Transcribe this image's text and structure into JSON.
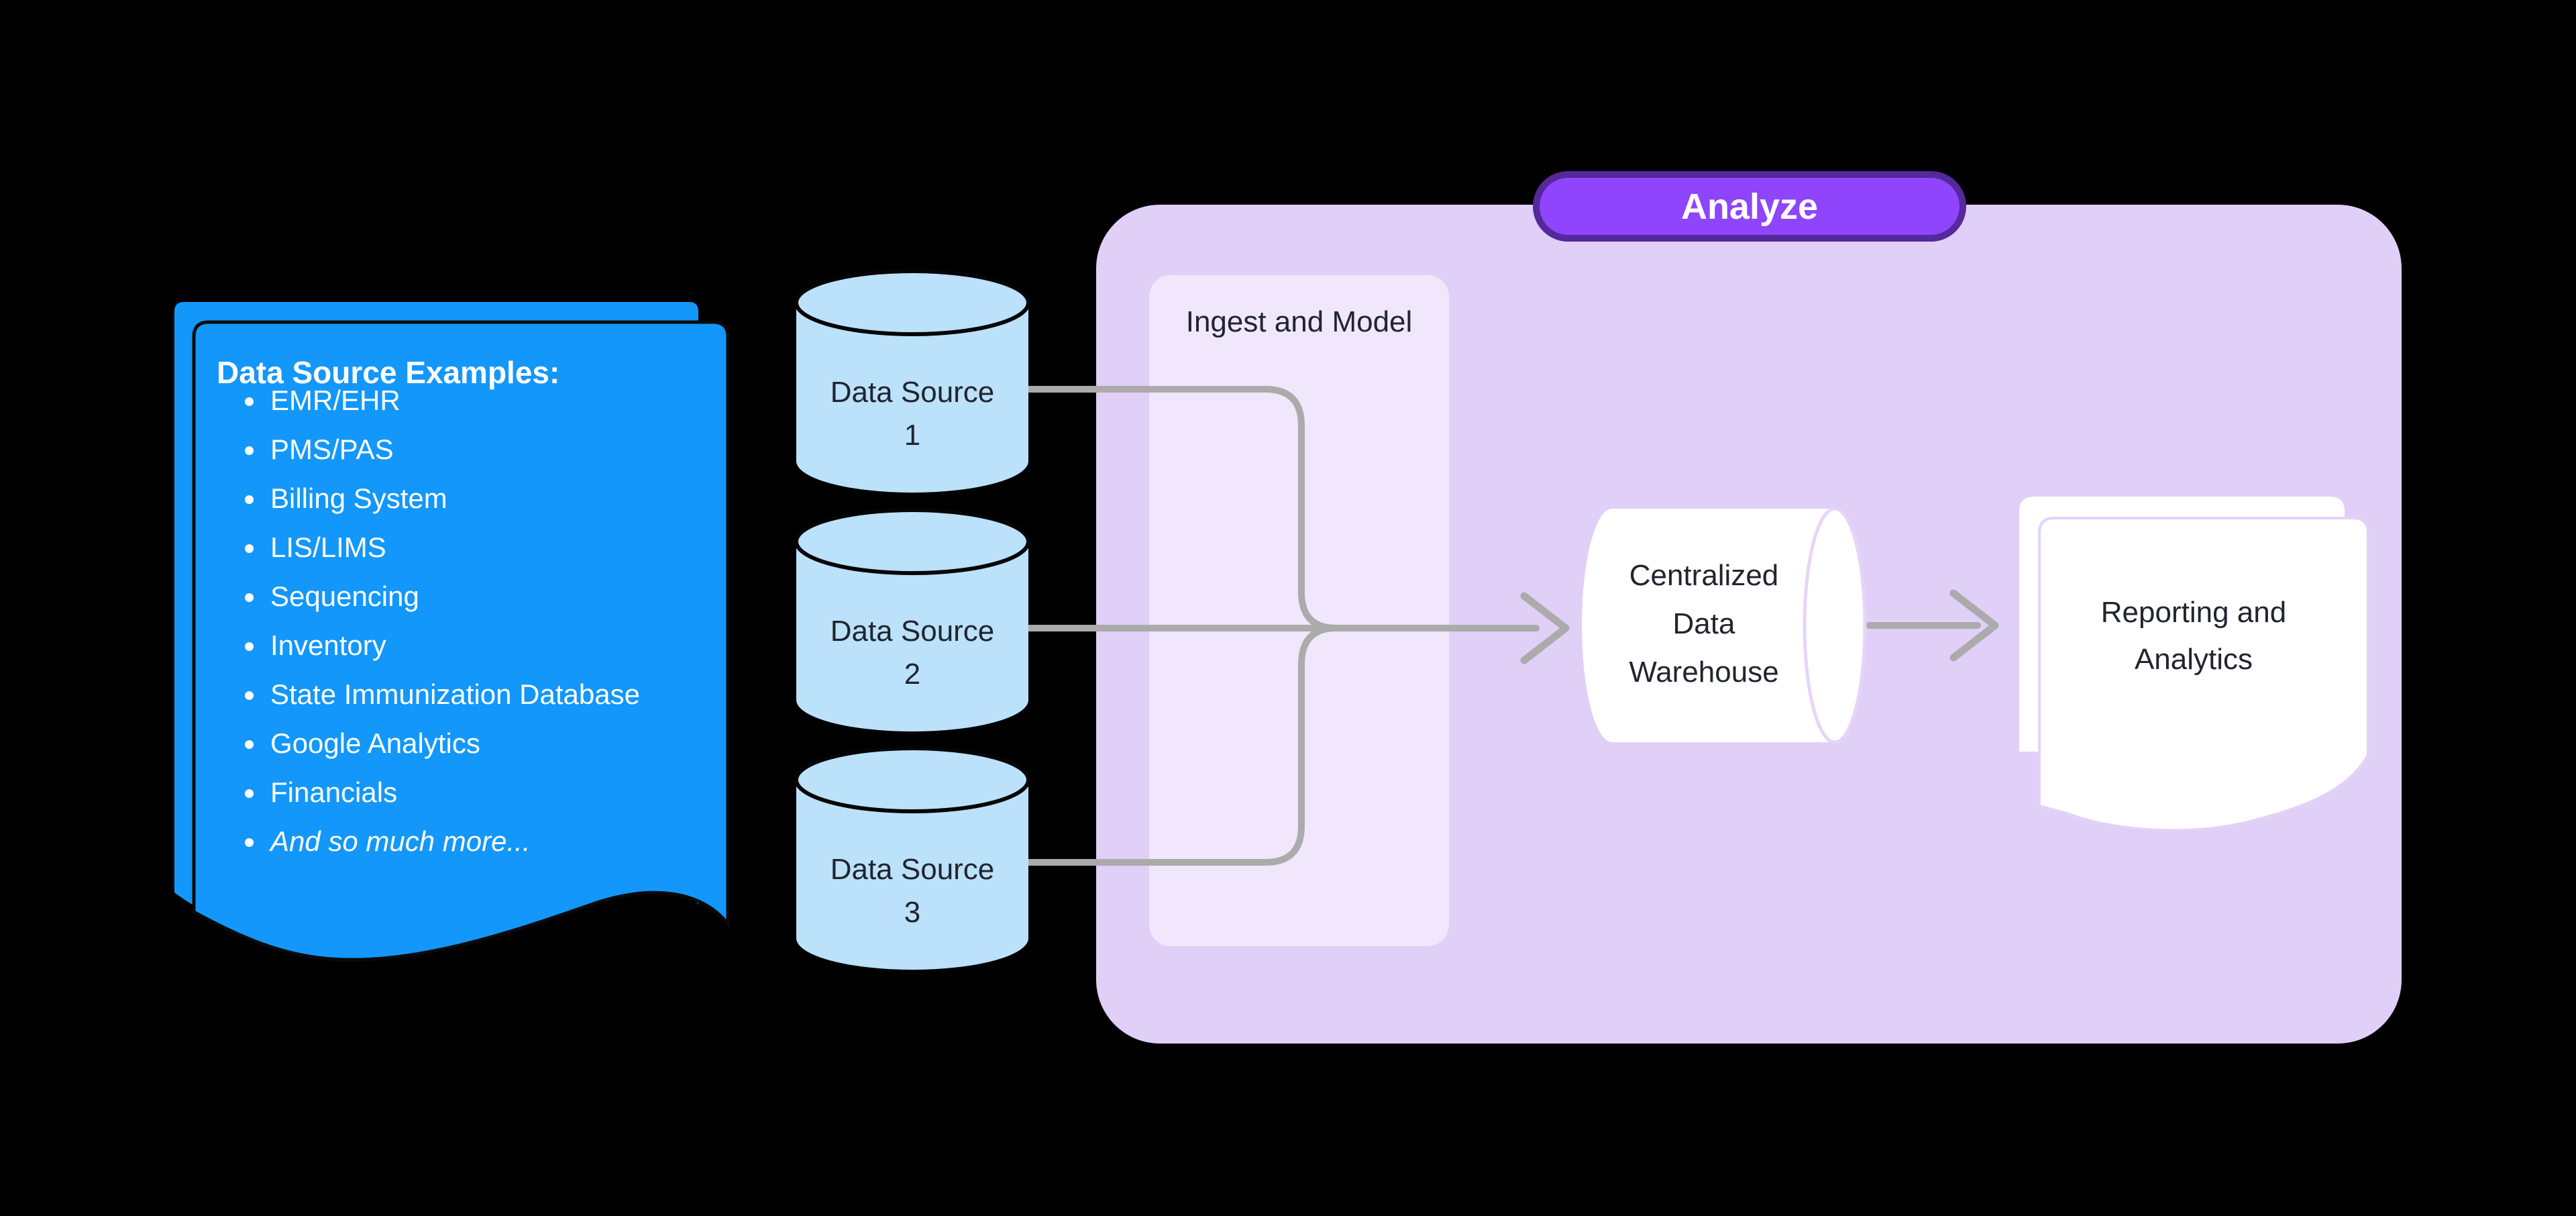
{
  "colors": {
    "background": "#000000",
    "card-blue": "#1397FA",
    "card-outline": "#0A0A0A",
    "cylinder-fill": "#BBE1FB",
    "cylinder-stroke": "#050505",
    "container-lavender": "#E0CFF7",
    "panel-lavender": "#F0E7FC",
    "badge-fill": "#8E45FC",
    "badge-border": "#55289B",
    "connector-gray": "#ABABAB",
    "text-dark": "#20252E",
    "text-white": "#FFFFFF",
    "shape-white": "#FFFFFF",
    "doc-outline": "#E3D2F8",
    "cap-stroke": "#E6D5F9"
  },
  "blue_card": {
    "title": "Data Source Examples:",
    "items": [
      "EMR/EHR",
      "PMS/PAS",
      "Billing System",
      "LIS/LIMS",
      "Sequencing",
      "Inventory",
      "State Immunization Database",
      "Google Analytics",
      "Financials",
      "And so much more..."
    ]
  },
  "data_sources": [
    {
      "label": "Data Source",
      "number": "1"
    },
    {
      "label": "Data Source",
      "number": "2"
    },
    {
      "label": "Data Source",
      "number": "3"
    }
  ],
  "pipeline": {
    "badge": "Analyze",
    "panel_label": "Ingest and Model",
    "warehouse": {
      "lines": [
        "Centralized",
        "Data",
        "Warehouse"
      ]
    },
    "reporting": {
      "lines": [
        "Reporting and",
        "Analytics"
      ]
    }
  }
}
